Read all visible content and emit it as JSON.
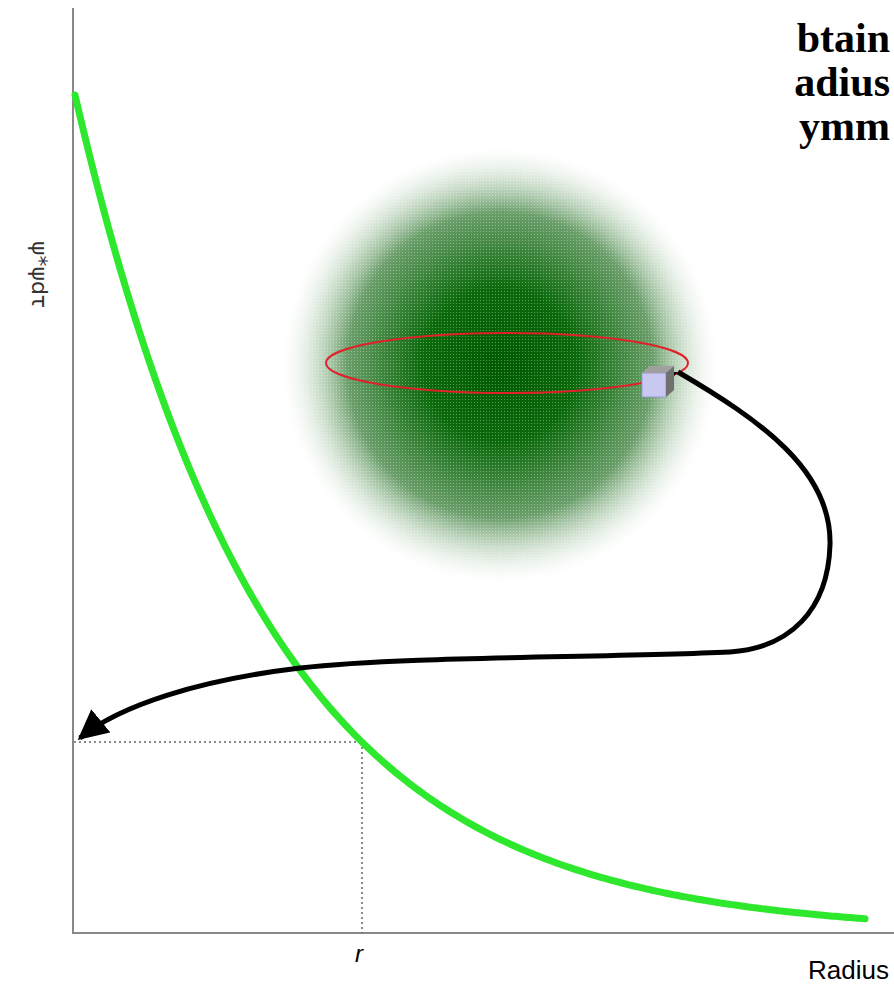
{
  "diagram": {
    "labels": [
      "btain",
      "adius",
      "ymm",
      "ψ*ψdτ",
      "r",
      "Radius"
    ]
  }
}
